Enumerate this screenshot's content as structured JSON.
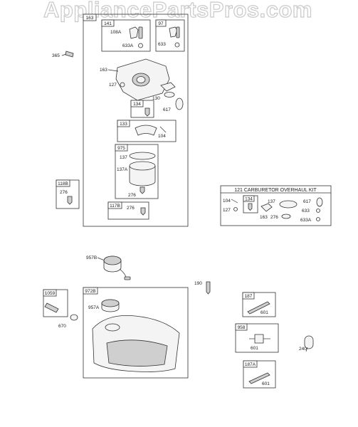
{
  "watermark": "AppliancePartsPros.com",
  "kit": {
    "title": "121 CARBURETOR OVERHAUL KIT"
  },
  "labels": {
    "c163a": "163",
    "g141": "141",
    "l108a": "108A",
    "l633a": "633A",
    "g97": "97",
    "l633": "633",
    "l365": "365",
    "l163": "163",
    "l127": "127",
    "l130": "130",
    "l617": "617",
    "g134": "134",
    "g133": "133",
    "l104": "104",
    "g975": "975",
    "l137": "137",
    "l137a": "137A",
    "l276": "276",
    "g118b": "118B",
    "l276b": "276",
    "g117b": "117B",
    "l276c": "276",
    "k104": "104",
    "k127": "127",
    "k134": "134",
    "k137": "137",
    "k617": "617",
    "k633": "633",
    "k633a": "633A",
    "k163": "163",
    "k276": "276",
    "l957b": "957B",
    "l190": "190",
    "g1059": "1059",
    "l670": "670",
    "g972b": "972B",
    "l957a": "957A",
    "g187": "187",
    "l601a": "601",
    "g958": "958",
    "l601b": "601",
    "l240": "240",
    "g187a": "187A",
    "l601c": "601"
  }
}
